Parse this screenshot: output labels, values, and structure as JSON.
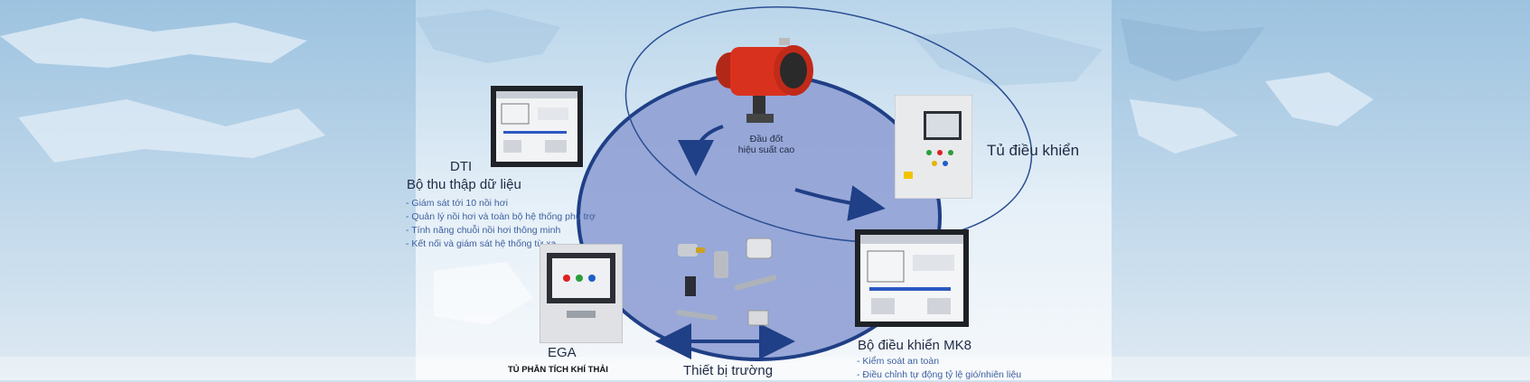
{
  "burner": {
    "caption_line1": "Đầu đốt",
    "caption_line2": "hiệu suất cao"
  },
  "control_cabinet": {
    "title": "Tủ điều khiển"
  },
  "dti": {
    "code": "DTI",
    "title": "Bộ thu thập dữ liệu",
    "features": [
      "Giám sát tới 10 nồi hơi",
      "Quản lý nồi hơi và toàn bộ hệ thống phụ trợ",
      "Tính năng chuỗi nồi hơi thông minh",
      "Kết nối và giám sát hệ thống từ xa"
    ]
  },
  "mk8": {
    "title": "Bộ điều khiển MK8",
    "features": [
      "Kiểm soát an toàn",
      "Điều chỉnh tự động tỷ lệ gió/nhiên liệu"
    ]
  },
  "ega": {
    "code": "EGA",
    "subtitle": "TỦ PHÂN TÍCH KHÍ THẢI"
  },
  "field": {
    "title": "Thiết bị trường"
  },
  "colors": {
    "cycle_fill": "#8fa0d4",
    "cycle_stroke": "#1f3f86",
    "burner_red": "#d8321f"
  }
}
